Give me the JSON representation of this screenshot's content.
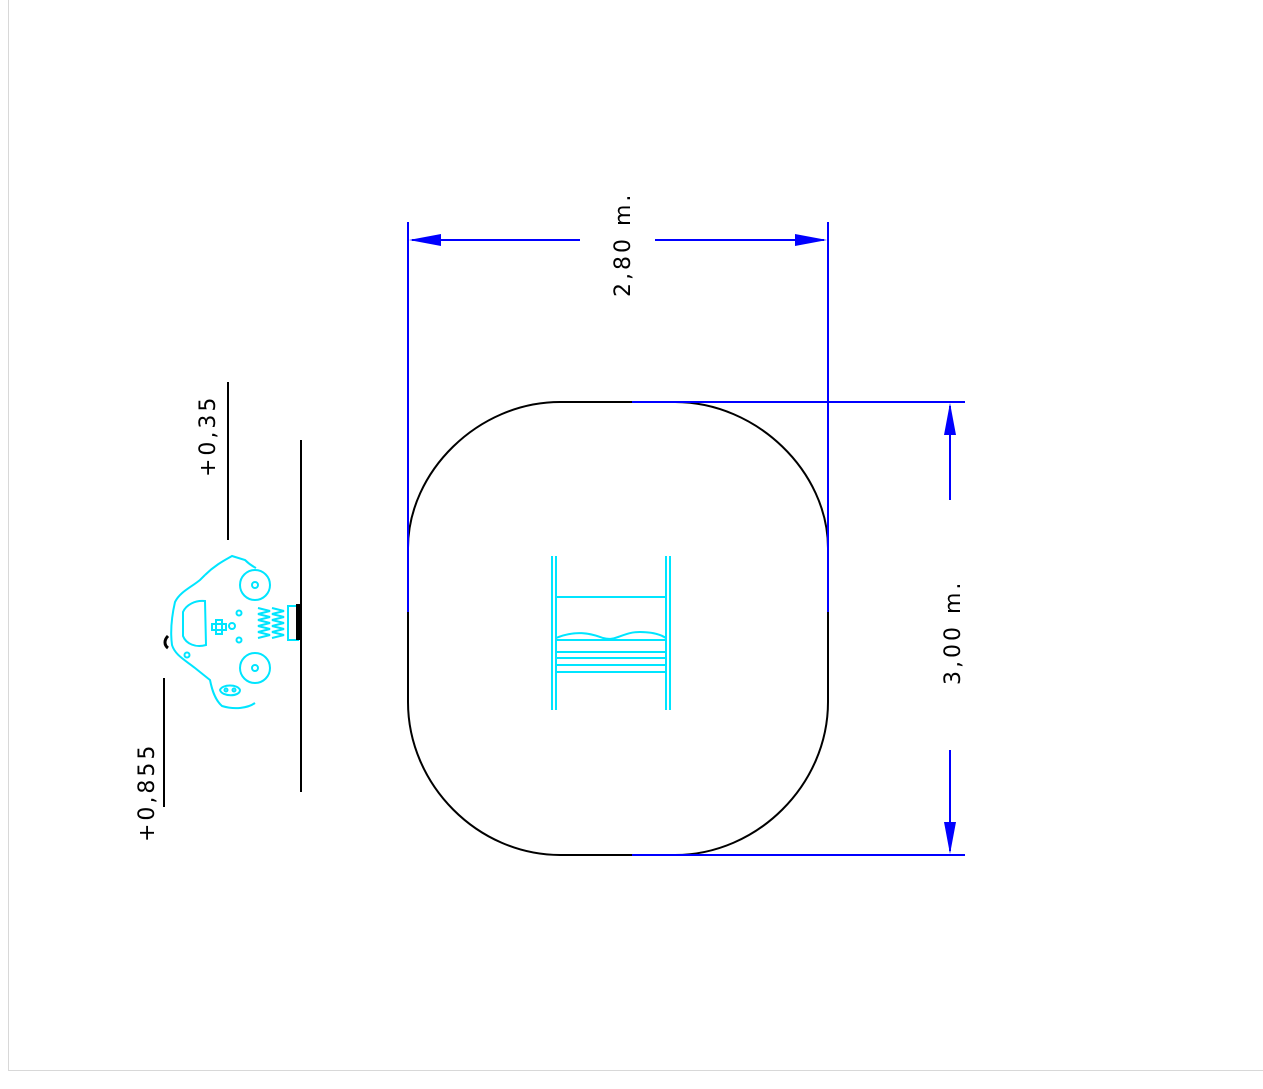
{
  "drawing": {
    "dimension_width": "2,80  m.",
    "dimension_depth": "3,00  m.",
    "level_top": "+0,35",
    "level_bottom": "+0,855"
  },
  "colors": {
    "dimension": "#0000ff",
    "equipment": "#00e5ff",
    "outline": "#000000"
  }
}
